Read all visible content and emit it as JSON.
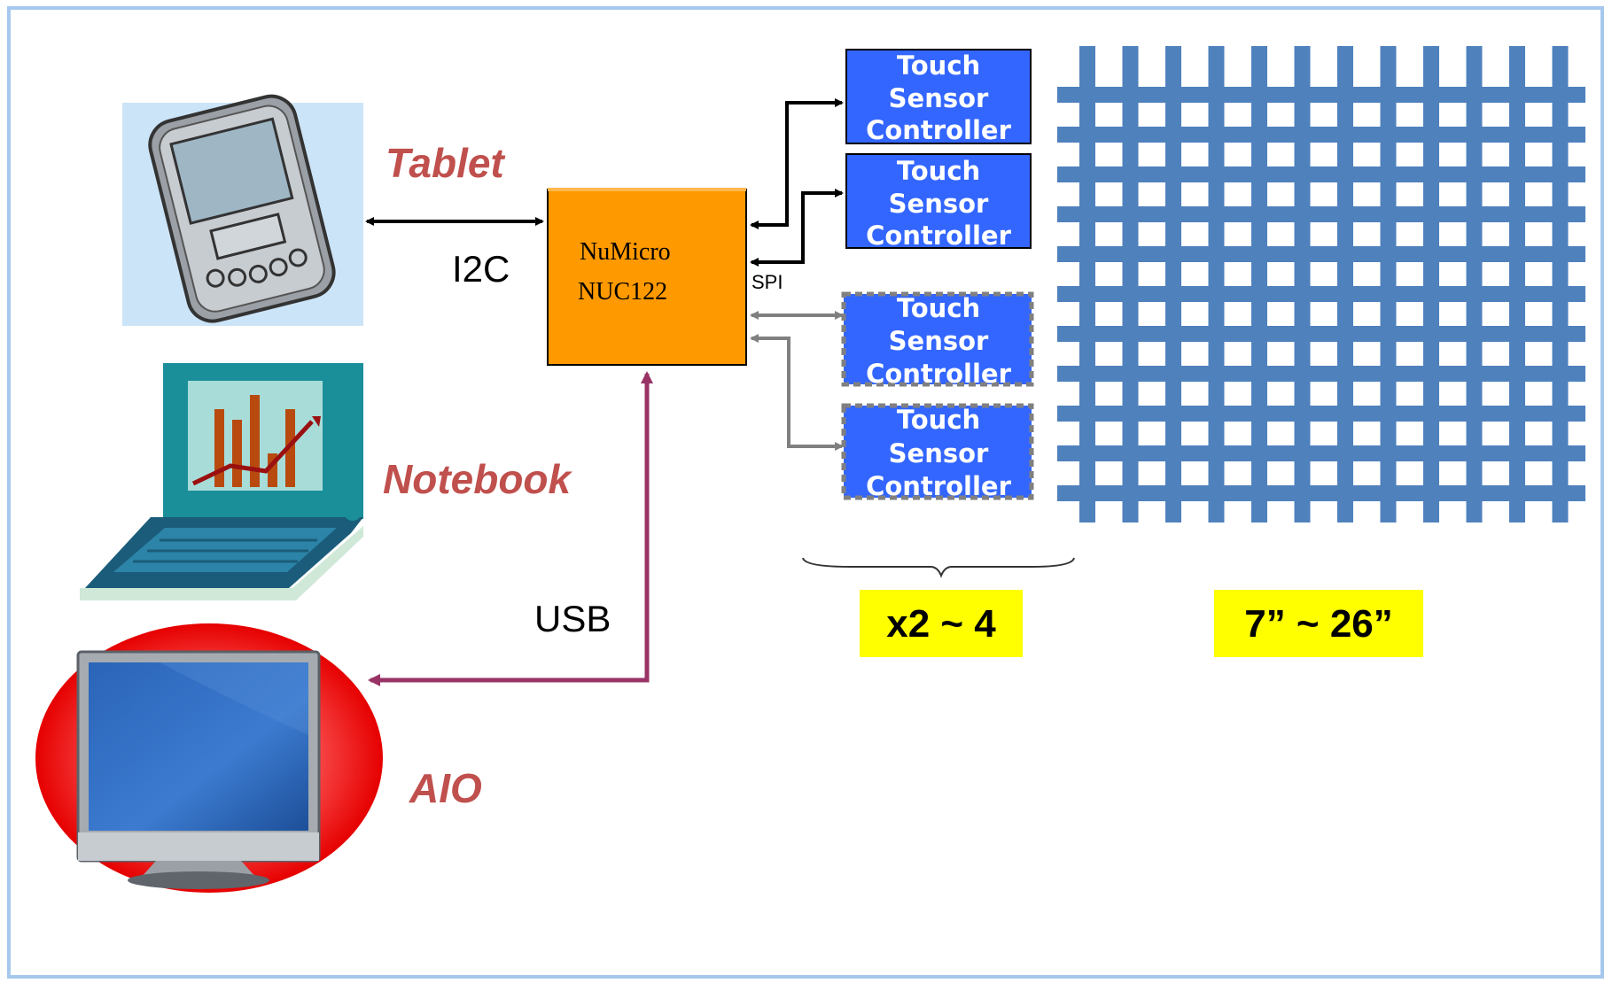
{
  "devices": {
    "tablet": "Tablet",
    "notebook": "Notebook",
    "aio": "AIO"
  },
  "mcu": {
    "line1": "NuMicro",
    "line2": "NUC122"
  },
  "buses": {
    "i2c": "I2C",
    "usb": "USB",
    "spi": "SPI"
  },
  "controller": {
    "line1": "Touch",
    "line2": "Sensor",
    "line3": "Controller"
  },
  "notes": {
    "count": "x2 ~ 4",
    "size": "7” ~ 26”"
  },
  "colors": {
    "frame": "#a6c8ee",
    "mcu_fill": "#ff9900",
    "controller_fill": "#3366ff",
    "grid": "#4f81bd",
    "note_fill": "#ffff00",
    "device_label": "#c0504d",
    "usb_line": "#993366",
    "optional_line": "#808080"
  }
}
